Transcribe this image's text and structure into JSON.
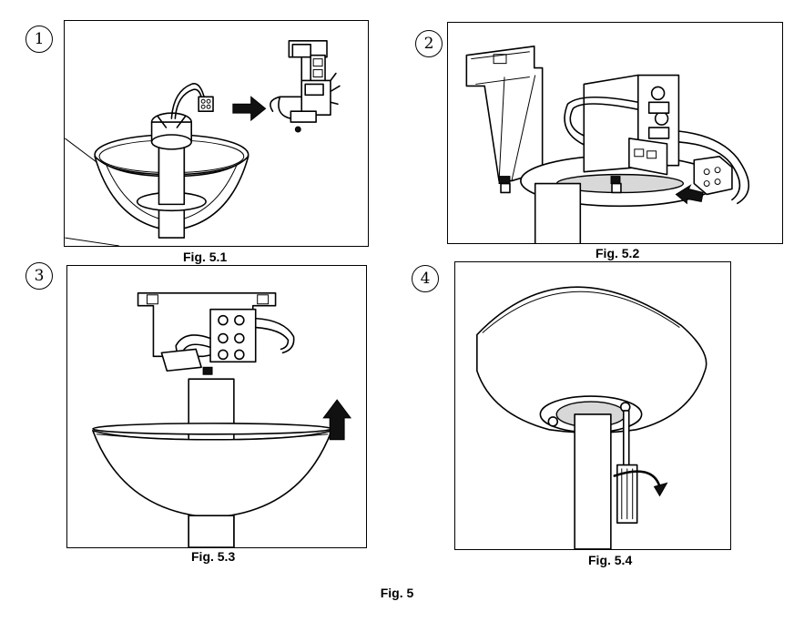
{
  "steps": [
    "1",
    "2",
    "3",
    "4"
  ],
  "captions": {
    "fig1": "Fig. 5.1",
    "fig2": "Fig. 5.2",
    "fig3": "Fig. 5.3",
    "fig4": "Fig. 5.4"
  },
  "main_caption": "Fig. 5",
  "icons": {
    "arrow_right": "black-arrow-right-icon",
    "arrow_left": "black-arrow-left-icon",
    "arrow_up": "black-arrow-up-icon",
    "rotate": "clockwise-rotate-icon",
    "screwdriver": "screwdriver-icon"
  }
}
